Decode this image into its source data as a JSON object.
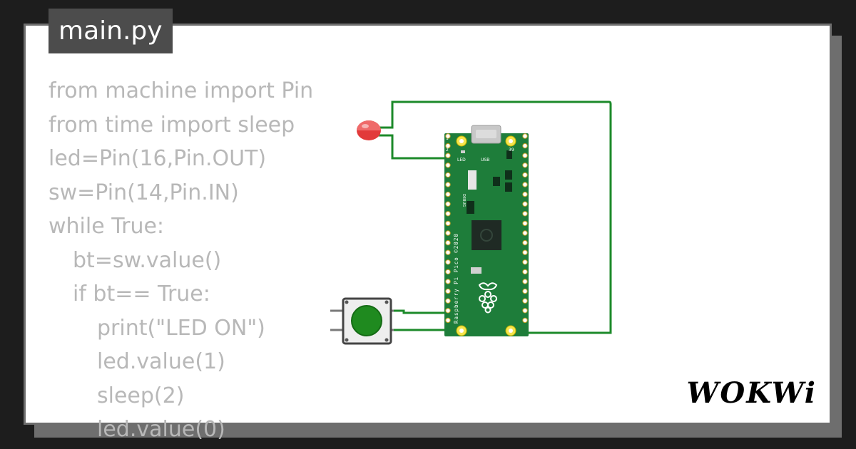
{
  "file_tab": {
    "label": "main.py"
  },
  "code_lines": [
    {
      "indent": 0,
      "text": "from machine import Pin"
    },
    {
      "indent": 0,
      "text": "from time import sleep"
    },
    {
      "indent": 0,
      "text": "led=Pin(16,Pin.OUT)"
    },
    {
      "indent": 0,
      "text": "sw=Pin(14,Pin.IN)"
    },
    {
      "indent": 0,
      "text": "while True:"
    },
    {
      "indent": 1,
      "text": "bt=sw.value()"
    },
    {
      "indent": 1,
      "text": "if bt== True:"
    },
    {
      "indent": 2,
      "text": "print(\"LED ON\")"
    },
    {
      "indent": 2,
      "text": "led.value(1)"
    },
    {
      "indent": 2,
      "text": "sleep(2)"
    },
    {
      "indent": 2,
      "text": "led.value(0)"
    }
  ],
  "board": {
    "name_text": "Raspberry Pi Pico ©2020",
    "led_label": "LED",
    "usb_label": "USB",
    "pin_1": "1",
    "pin_2": "2",
    "pin_39": "39",
    "debug_label": "DEBUG"
  },
  "brand": {
    "logo_text": "WOKWi"
  },
  "colors": {
    "board_green": "#1e7d3a",
    "wire_green": "#1c8a2a",
    "button_green": "#1f8a1f",
    "led_red": "#e03030",
    "code_gray": "#b8b8b8"
  }
}
